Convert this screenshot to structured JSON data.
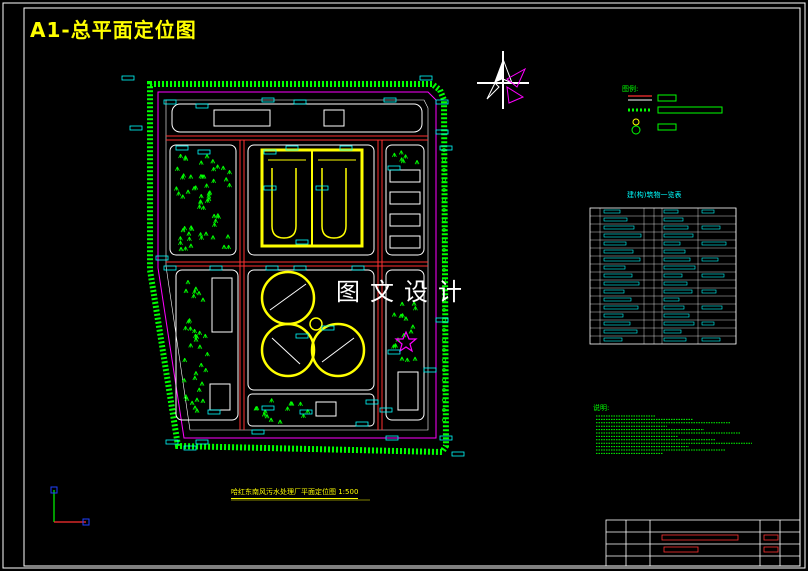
{
  "title": "A1-总平面定位图",
  "watermark": "图文设计",
  "caption": "哈红东南风污水处理厂平面定位图  1:500",
  "legend": {
    "heading": "图例:"
  },
  "table": {
    "heading": "建(构)筑物一览表"
  },
  "notes": {
    "heading": "说明:"
  },
  "colors": {
    "background": "#000000",
    "frame": "#ffffff",
    "site_green": "#00ff00",
    "structure_yellow": "#ffff00",
    "road_magenta": "#ff00ff",
    "road_red": "#ff3030",
    "label_cyan": "#00ffff",
    "title_yellow": "#ffff00",
    "grid_blue": "#2040ff"
  },
  "icons": [
    "north-arrow-icon",
    "ucs-axis-icon",
    "tree-symbol-icon"
  ]
}
